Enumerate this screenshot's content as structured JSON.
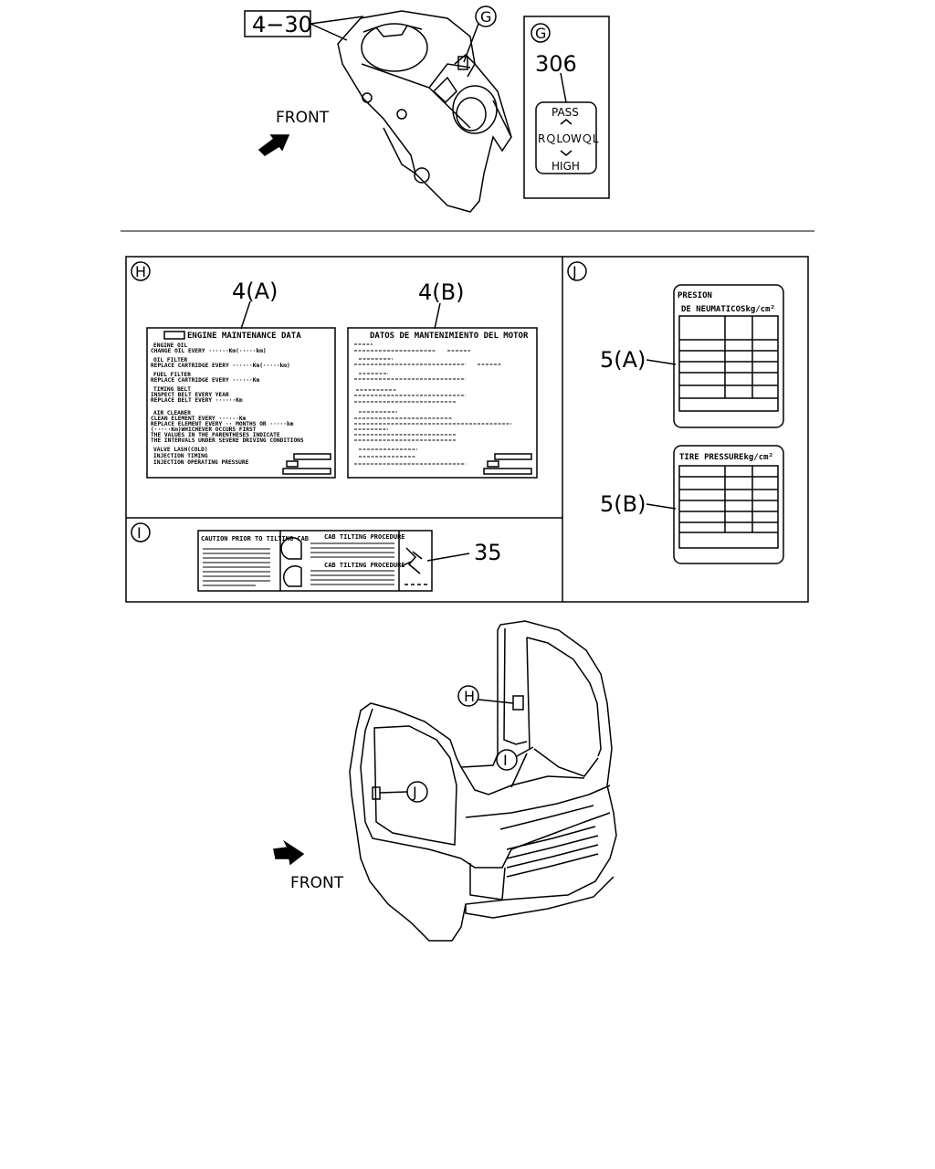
{
  "callouts": {
    "ref_4_30": "4−30",
    "g": "G",
    "ref_306": "306",
    "h": "H",
    "ref_4a": "4(A)",
    "ref_4b": "4(B)",
    "j": "J",
    "ref_5a": "5(A)",
    "ref_5b": "5(B)",
    "i": "I",
    "ref_35": "35",
    "front_top": "FRONT",
    "front_bottom": "FRONT"
  },
  "dimmer_label": {
    "pass": "PASS",
    "mid": "RＱLOWＱL",
    "high": "HIGH"
  },
  "label_4a": {
    "title": "ENGINE MAINTENANCE DATA",
    "lines": [
      "ENGINE OIL",
      "CHANGE OIL EVERY ······Km(·····km)",
      "OIL FILTER",
      "REPLACE CARTRIDGE EVERY ······Km(·····km)",
      "FUEL FILTER",
      "REPLACE CARTRIDGE EVERY ······Km",
      "TIMING BELT",
      "INSPECT BELT EVERY YEAR",
      "REPLACE BELT EVERY ······Km",
      "AIR CLEANER",
      "CLEAN ELEMENT EVERY ······Km",
      "REPLACE ELEMENT EVERY ·· MONTHS OR ·····km",
      "(·····Km)WHICHEVER OCCURS FIRST",
      "THE VALUES IN THE PARENTHESES INDICATE",
      "THE INTERVALS UNDER SEVERE DRIVING CONDITIONS",
      "VALVE LASH(COLD)",
      "INJECTION TIMING",
      "INJECTION OPERATING PRESSURE"
    ]
  },
  "label_4b": {
    "title": "DATOS DE MANTENIMIENTO DEL MOTOR"
  },
  "label_5a": {
    "line1": "PRESION",
    "line2": "DE NEUMATICOSkg/cm²"
  },
  "label_5b": {
    "line1": "TIRE PRESSUREkg/cm²"
  },
  "label_35": {
    "left_title": "CAUTION PRIOR TO TILTING CAB",
    "right_title1": "CAB TILTING PROCEDURE",
    "right_title2": "CAB TILTING PROCEDURE"
  }
}
